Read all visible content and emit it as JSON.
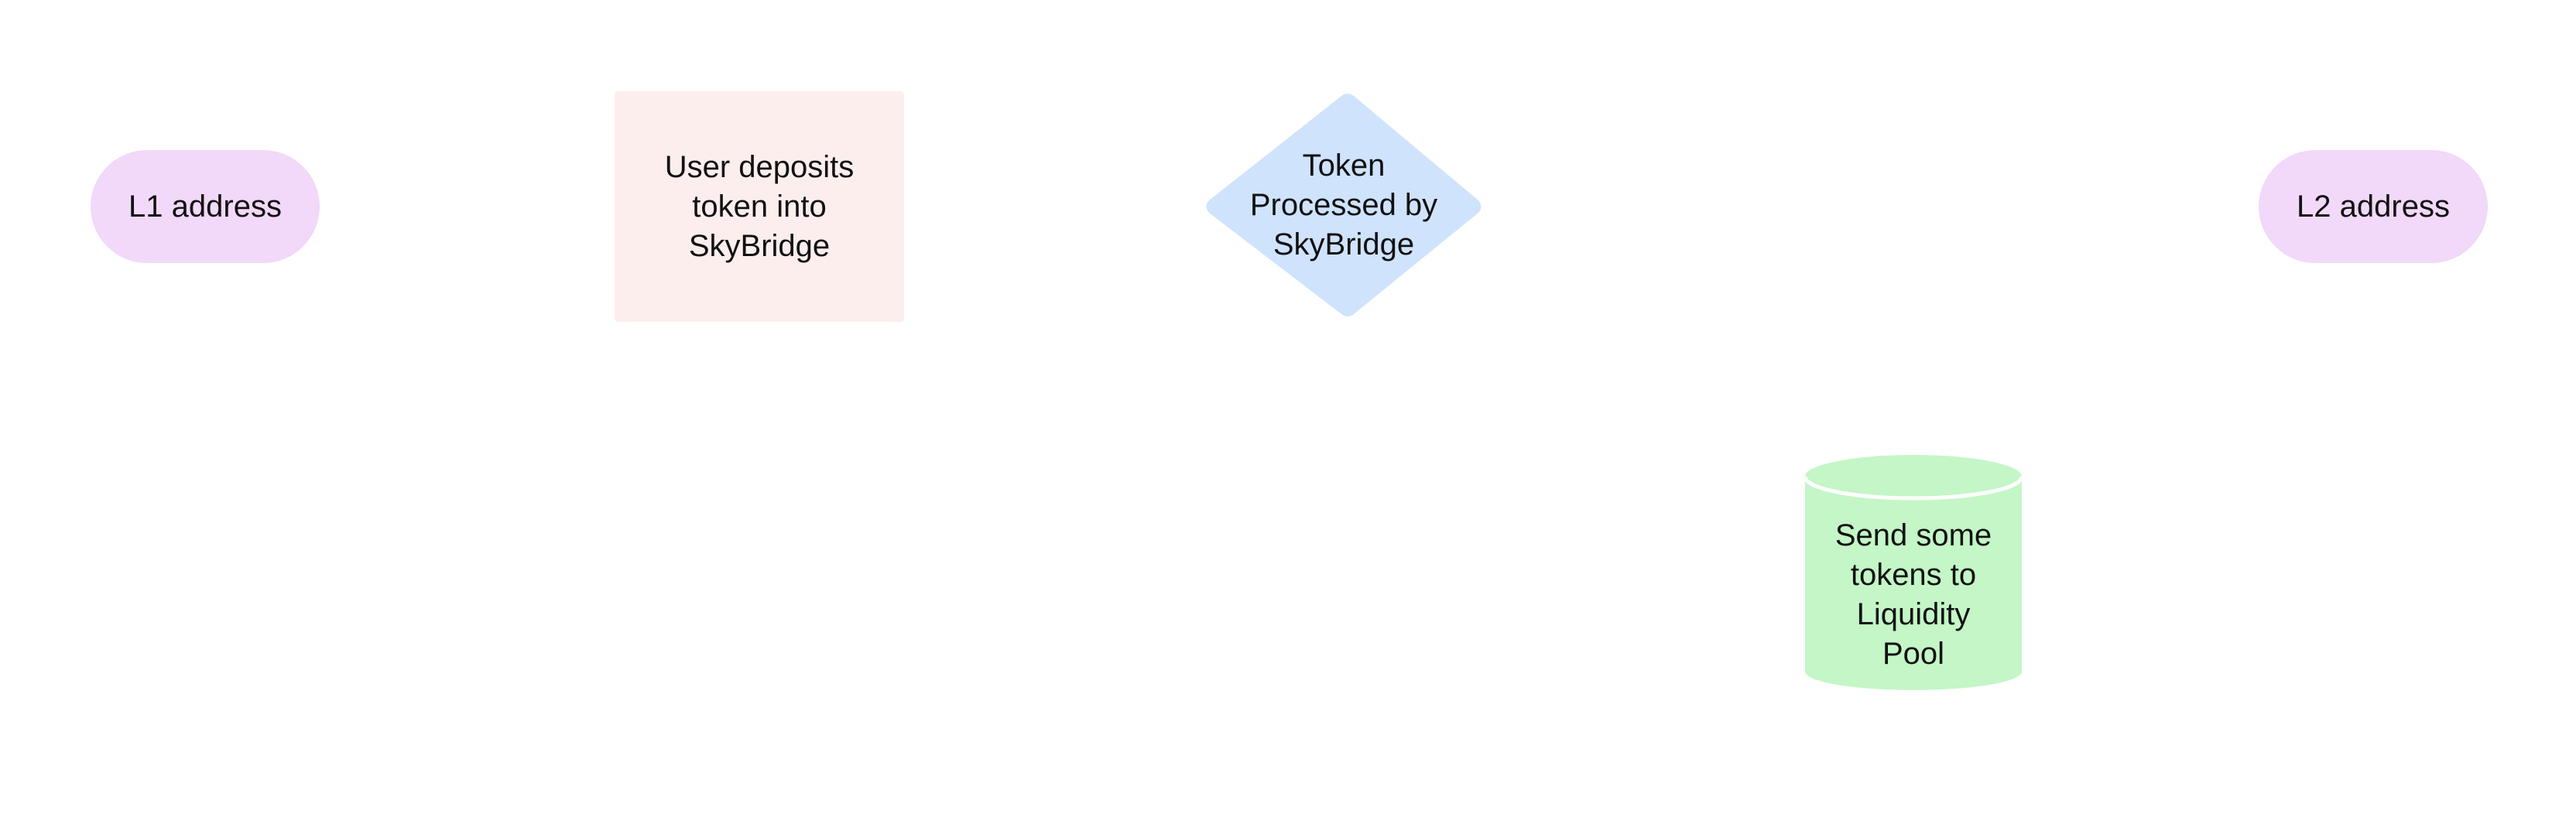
{
  "diagram": {
    "nodes": [
      {
        "id": "l1",
        "shape": "terminator",
        "label": "L1 address",
        "fill": "#f2d8f9"
      },
      {
        "id": "deposit",
        "shape": "process",
        "label": "User deposits\ntoken into\nSkyBridge",
        "fill": "#fdeeee"
      },
      {
        "id": "processed",
        "shape": "decision",
        "label": "Token\nProcessed by\nSkyBridge",
        "fill": "#cfe3fd"
      },
      {
        "id": "pool",
        "shape": "database",
        "label": "Send some\ntokens to\nLiquidity\nPool",
        "fill": "#c4f6c7"
      },
      {
        "id": "l2",
        "shape": "terminator",
        "label": "L2 address",
        "fill": "#f2d8f9"
      }
    ],
    "edges": []
  }
}
